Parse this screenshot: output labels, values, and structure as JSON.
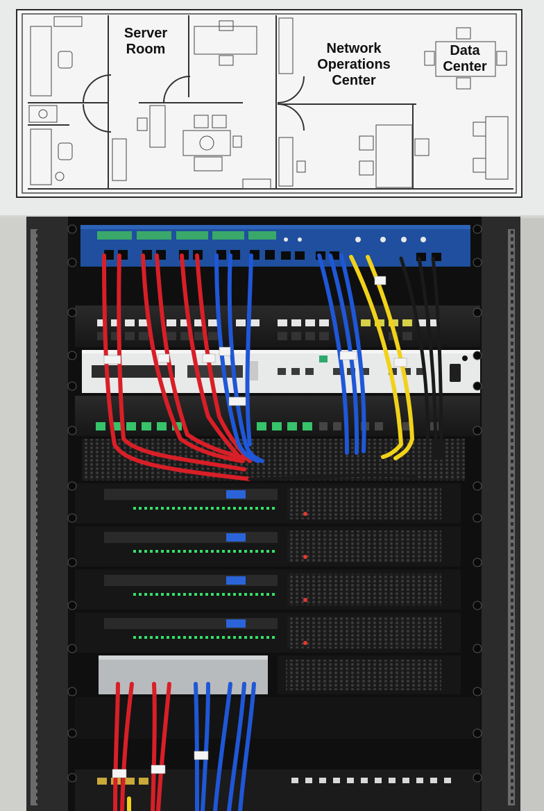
{
  "floor_plan": {
    "rooms": [
      {
        "id": "server-room",
        "label": "Server\nRoom"
      },
      {
        "id": "network-operations-center",
        "label": "Network\nOperations\nCenter"
      },
      {
        "id": "data-center",
        "label": "Data\nCenter"
      }
    ]
  },
  "rack": {
    "cable_colors": {
      "red": "#d81f27",
      "blue": "#1f57d6",
      "yellow": "#f1d21a",
      "black": "#1a1a1a",
      "patch_panel_blue": "#1f4f9e",
      "activity_led_green": "#34e06a",
      "fan_led_red": "#e33a2f"
    },
    "icons": [
      "rack-mount-screw-icon",
      "ethernet-port-icon",
      "status-led-icon",
      "power-button-icon",
      "cable-label-tag-icon"
    ]
  }
}
